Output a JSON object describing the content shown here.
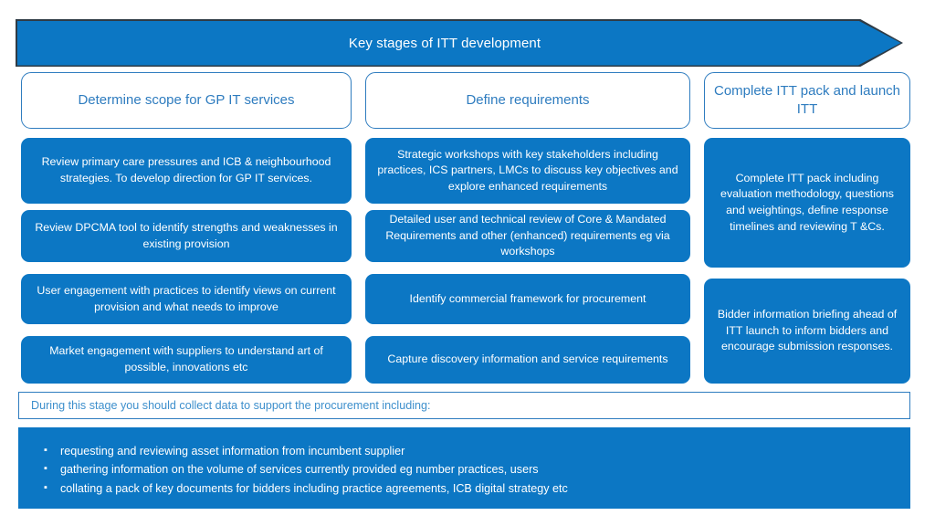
{
  "banner": {
    "title": "Key stages of ITT development",
    "fill_color": "#0C77C4",
    "border_color": "#2F3B45",
    "arrow_icon": "right-arrow-banner"
  },
  "columns": [
    {
      "header": "Determine scope for GP IT services",
      "cards": [
        "Review primary care pressures and ICB & neighbourhood strategies. To develop direction for GP IT services.",
        "Review DPCMA tool to identify strengths and weaknesses in existing provision",
        "User engagement with practices to identify views on current provision and what needs to improve",
        "Market engagement with suppliers to understand art of possible, innovations etc"
      ]
    },
    {
      "header": "Define requirements",
      "cards": [
        "Strategic workshops with key stakeholders including practices, ICS partners, LMCs to discuss key objectives and explore enhanced requirements",
        "Detailed user and technical review of Core & Mandated Requirements and other (enhanced) requirements eg via workshops",
        "Identify commercial framework for procurement",
        "Capture discovery information and service requirements"
      ]
    },
    {
      "header": "Complete ITT pack and launch ITT",
      "cards": [
        "Complete ITT pack including evaluation methodology, questions and weightings, define response timelines and reviewing T &Cs.",
        "Bidder information briefing ahead of ITT launch to inform bidders and encourage submission responses."
      ]
    }
  ],
  "note_strip": {
    "text": "During this stage you should collect data to support the procurement including:",
    "text_color": "#3D8FCC",
    "border_color": "#2E7CBF"
  },
  "bullet_panel": {
    "bullet_glyph": "▪",
    "items": [
      "requesting and reviewing asset information from incumbent supplier",
      "gathering information on the volume of services currently provided eg number practices, users",
      "collating a pack of key documents for bidders including practice agreements, ICB digital strategy etc"
    ],
    "fill_color": "#0C77C4"
  },
  "theme": {
    "primary_blue": "#0C77C4",
    "outline_blue": "#2E7CBF",
    "text_white": "#FFFFFF"
  }
}
